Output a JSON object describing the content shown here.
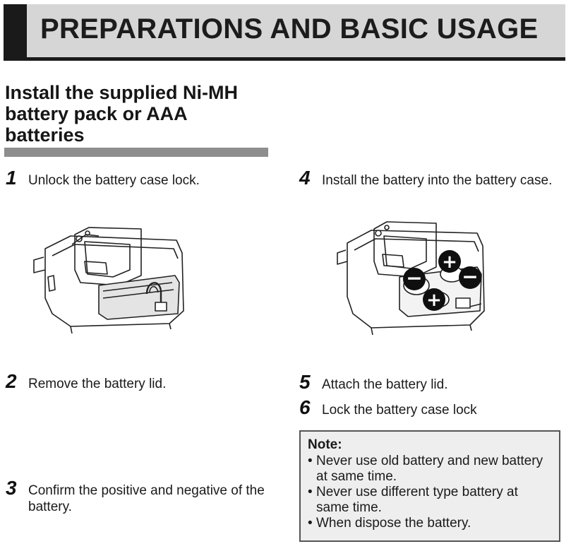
{
  "header": {
    "title": "PREPARATIONS AND BASIC USAGE"
  },
  "section": {
    "title": "Install the supplied Ni-MH battery pack or AAA batteries"
  },
  "steps": [
    {
      "num": "1",
      "text": "Unlock the battery case lock."
    },
    {
      "num": "2",
      "text": "Remove the battery lid."
    },
    {
      "num": "3",
      "text": "Confirm the positive and negative of the battery."
    },
    {
      "num": "4",
      "text": "Install the battery into the battery case."
    },
    {
      "num": "5",
      "text": "Attach the battery lid."
    },
    {
      "num": "6",
      "text": "Lock the battery case lock"
    }
  ],
  "note": {
    "title": "Note:",
    "bullet": "•",
    "items": [
      "Never use old battery and new battery at same time.",
      "Never use different type battery at same time.",
      "When dispose the battery."
    ]
  },
  "illustration_symbols": {
    "plus": "+",
    "minus": "−"
  }
}
